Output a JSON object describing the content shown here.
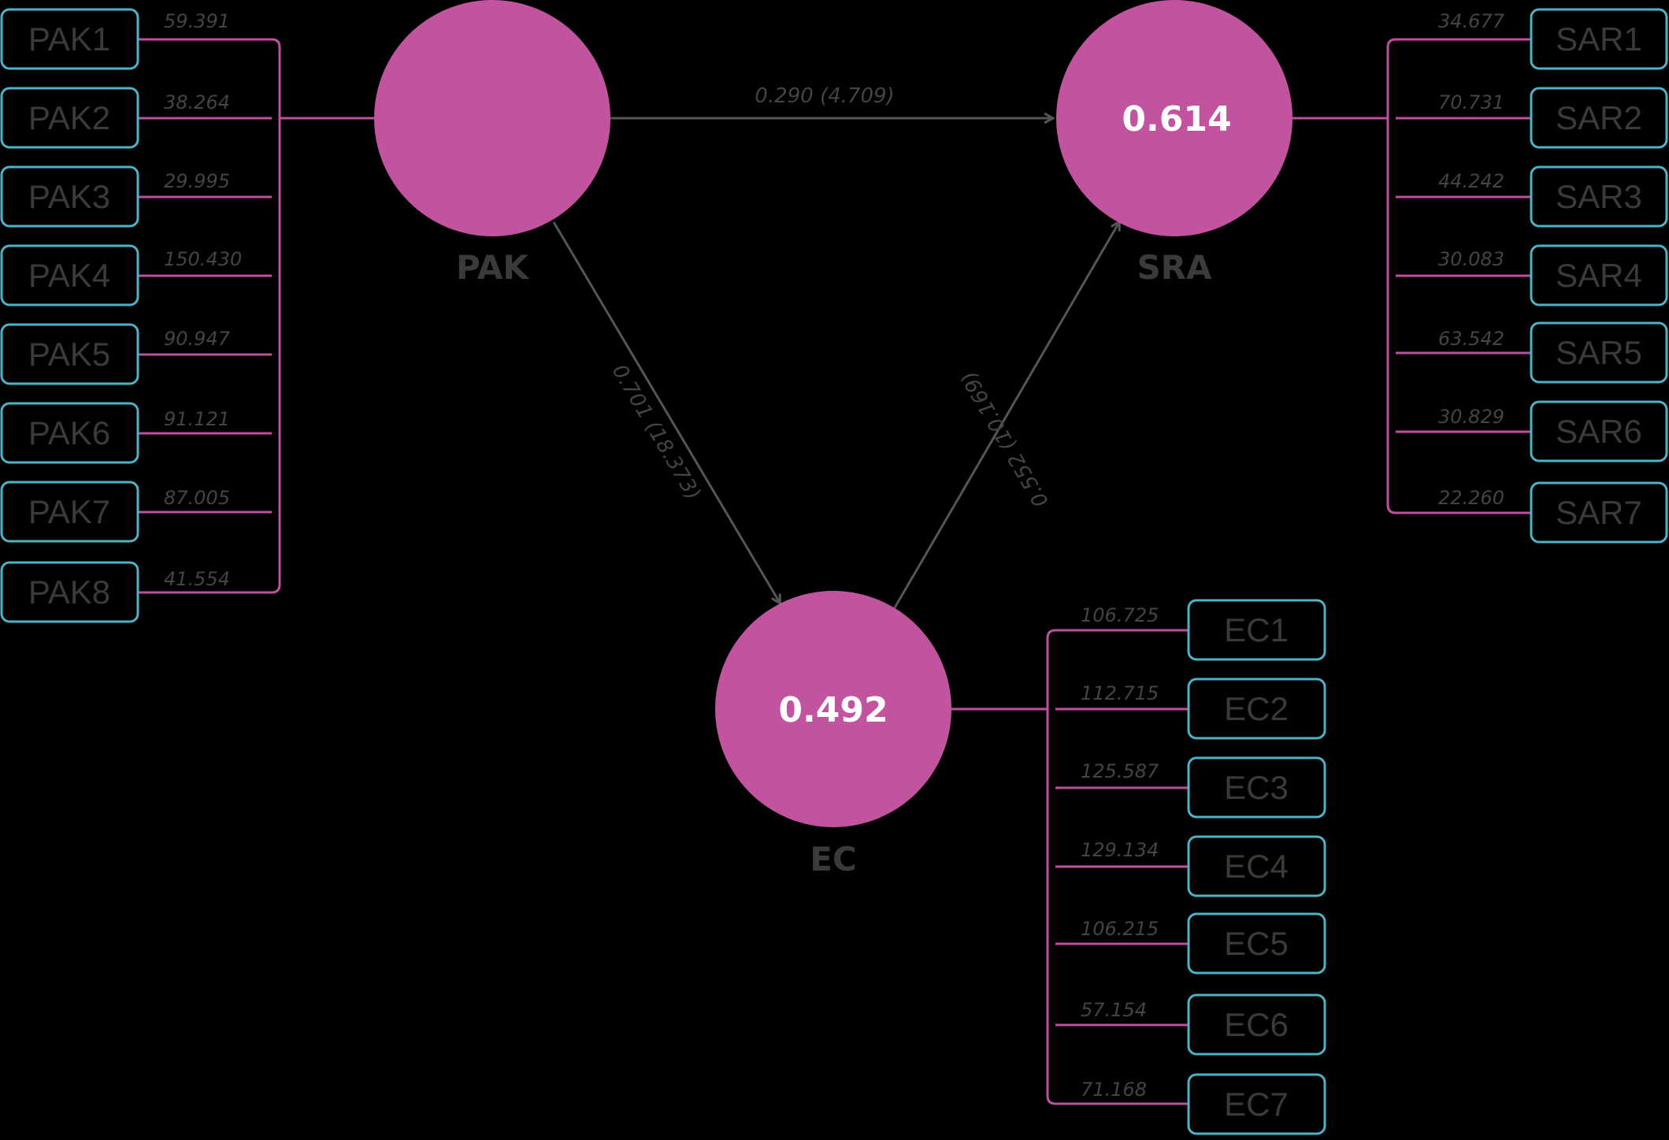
{
  "colors": {
    "background": "#000000",
    "construct_fill": "#c1539f",
    "indicator_border": "#4fb3c8",
    "loading_line": "#c04f9d",
    "path_arrow": "#555555",
    "muted_text": "#3a3a3a"
  },
  "constructs": {
    "pak": {
      "name": "PAK",
      "r2": ""
    },
    "sra": {
      "name": "SRA",
      "r2": "0.614"
    },
    "ec": {
      "name": "EC",
      "r2": "0.492"
    }
  },
  "paths": {
    "pak_sra": "0.290 (4.709)",
    "pak_ec": "0.701 (18.373)",
    "ec_sra": "0.552 (10.169)"
  },
  "indicators": {
    "pak": [
      {
        "label": "PAK1",
        "loading": "59.391"
      },
      {
        "label": "PAK2",
        "loading": "38.264"
      },
      {
        "label": "PAK3",
        "loading": "29.995"
      },
      {
        "label": "PAK4",
        "loading": "150.430"
      },
      {
        "label": "PAK5",
        "loading": "90.947"
      },
      {
        "label": "PAK6",
        "loading": "91.121"
      },
      {
        "label": "PAK7",
        "loading": "87.005"
      },
      {
        "label": "PAK8",
        "loading": "41.554"
      }
    ],
    "sra": [
      {
        "label": "SAR1",
        "loading": "34.677"
      },
      {
        "label": "SAR2",
        "loading": "70.731"
      },
      {
        "label": "SAR3",
        "loading": "44.242"
      },
      {
        "label": "SAR4",
        "loading": "30.083"
      },
      {
        "label": "SAR5",
        "loading": "63.542"
      },
      {
        "label": "SAR6",
        "loading": "30.829"
      },
      {
        "label": "SAR7",
        "loading": "22.260"
      }
    ],
    "ec": [
      {
        "label": "EC1",
        "loading": "106.725"
      },
      {
        "label": "EC2",
        "loading": "112.715"
      },
      {
        "label": "EC3",
        "loading": "125.587"
      },
      {
        "label": "EC4",
        "loading": "129.134"
      },
      {
        "label": "EC5",
        "loading": "106.215"
      },
      {
        "label": "EC6",
        "loading": "57.154"
      },
      {
        "label": "EC7",
        "loading": "71.168"
      }
    ]
  }
}
